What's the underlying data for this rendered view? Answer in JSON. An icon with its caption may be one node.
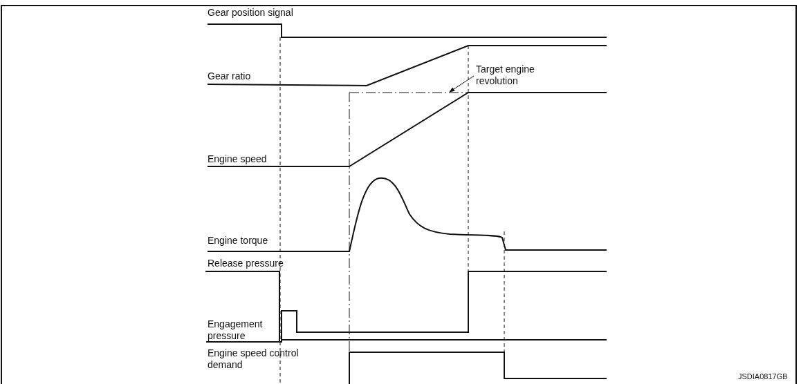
{
  "diagram": {
    "nodes": [
      {
        "text": [
          "Target engine revolution"
        ]
      },
      {
        "text": [],
        "shape": "line"
      }
    ],
    "edges": [
      {
        "from": 0,
        "to": 1,
        "arrow": "to"
      }
    ],
    "labels": [
      "Gear position signal",
      "Gear ratio",
      "Engine speed",
      "Engine torque",
      "Release pressure",
      "Engagement pressure",
      "Engine speed control demand",
      "JSDIA0817GB"
    ]
  }
}
